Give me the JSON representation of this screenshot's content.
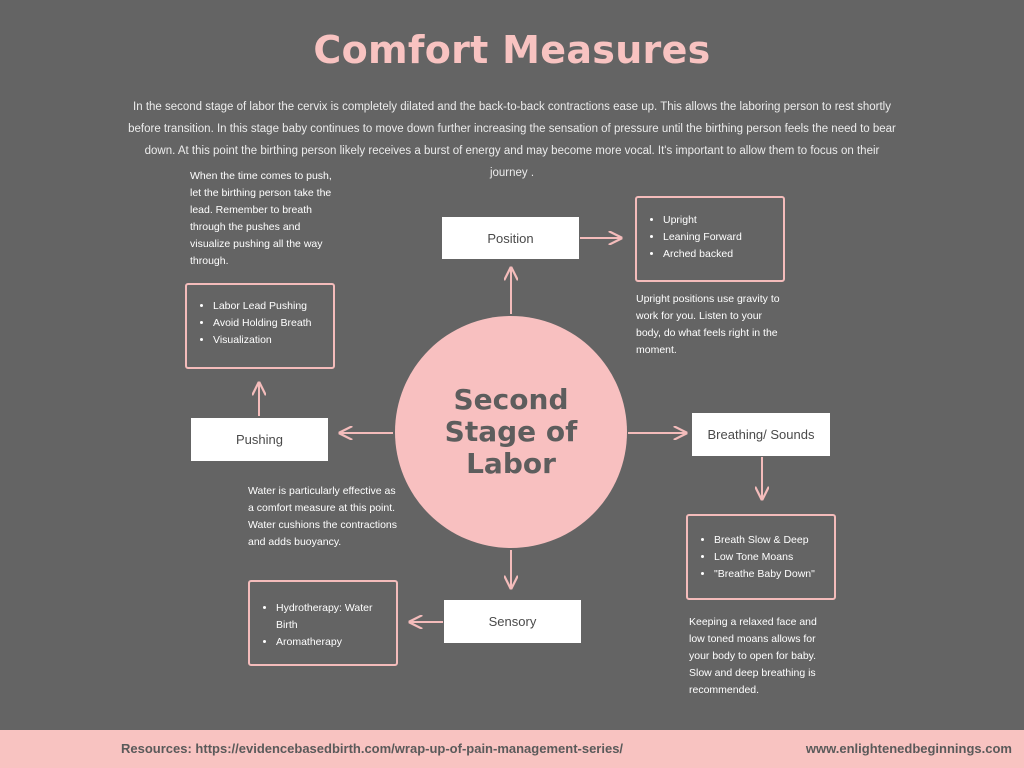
{
  "title": "Comfort Measures",
  "intro": "In the second stage of labor the cervix is completely dilated and the back-to-back contractions ease up. This allows the laboring person to rest shortly before transition. In this stage baby continues to move down further increasing the sensation of pressure until the birthing person feels the need to bear down. At this point the birthing person likely receives a burst of energy and may become more vocal. It's important to allow them to focus on their journey .",
  "center": "Second Stage of Labor",
  "nodes": {
    "position": {
      "label": "Position",
      "items": [
        "Upright",
        "Leaning Forward",
        "Arched backed"
      ],
      "note": "Upright positions use gravity to work for you.  Listen to your body, do what feels right in the moment."
    },
    "breathing": {
      "label": "Breathing/ Sounds",
      "items": [
        "Breath Slow & Deep",
        "Low Tone Moans",
        "\"Breathe Baby Down\""
      ],
      "note": "Keeping  a relaxed face and  low toned moans  allows for your body to open for baby. Slow and deep breathing is recommended."
    },
    "sensory": {
      "label": "Sensory",
      "items": [
        "Hydrotherapy: Water Birth",
        "Aromatherapy"
      ],
      "note": "Water is particularly effective as a comfort measure at this point.  Water cushions  the contractions and adds buoyancy."
    },
    "pushing": {
      "label": "Pushing",
      "items": [
        "Labor Lead Pushing",
        "Avoid Holding Breath",
        "Visualization"
      ],
      "note": "When the  time comes to push, let the birthing person take the lead.  Remember to breath through the pushes  and visualize pushing all the way  through."
    }
  },
  "footer": {
    "resources": "Resources:  https://evidencebasedbirth.com/wrap-up-of-pain-management-series/",
    "site": "www.enlightenedbeginnings.com"
  },
  "colors": {
    "background": "#646464",
    "accent": "#f8c3c1",
    "circle_text": "#5d5d5d"
  }
}
